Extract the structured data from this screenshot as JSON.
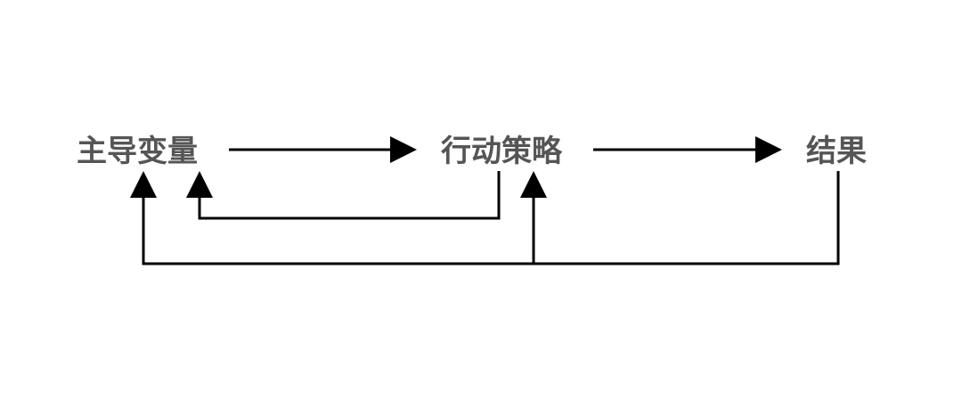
{
  "diagram": {
    "nodes": [
      {
        "id": "lead",
        "label": "主导变量"
      },
      {
        "id": "action",
        "label": "行动策略"
      },
      {
        "id": "result",
        "label": "结果"
      }
    ],
    "edges": [
      {
        "from": "lead",
        "to": "action",
        "kind": "forward"
      },
      {
        "from": "action",
        "to": "result",
        "kind": "forward"
      },
      {
        "from": "action",
        "to": "lead",
        "kind": "feedback"
      },
      {
        "from": "result",
        "to": "lead",
        "kind": "feedback"
      },
      {
        "from": "result",
        "to": "action",
        "kind": "feedback"
      }
    ],
    "colors": {
      "text": "#555555",
      "line": "#000000",
      "background": "#ffffff"
    }
  }
}
